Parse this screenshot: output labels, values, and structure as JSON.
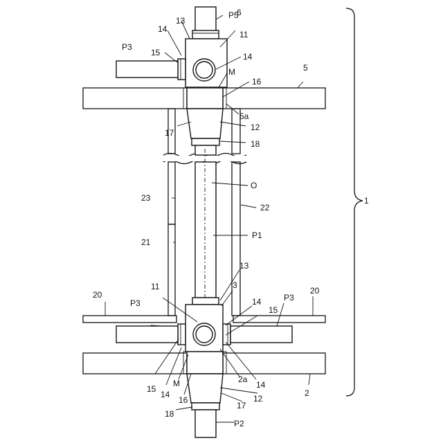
{
  "labels": {
    "p5": "P5",
    "six": "6",
    "thirteen_top": "13",
    "eleven_top": "11",
    "fourteen_tl": "14",
    "fourteen_tr": "14",
    "p3_top": "P3",
    "fifteen_top": "15",
    "m_top": "M",
    "five": "5",
    "sixteen_top": "16",
    "five_a": "5a",
    "seventeen_top": "17",
    "twelve_top": "12",
    "eighteen_top": "18",
    "o": "O",
    "twentythree": "23",
    "twentytwo": "22",
    "one": "1",
    "twentyone": "21",
    "p1": "P1",
    "thirteen_bot": "13",
    "three": "3",
    "eleven_bot": "11",
    "twenty_l": "20",
    "twenty_r": "20",
    "p3_bl": "P3",
    "p3_br": "P3",
    "fourteen_br_top": "14",
    "fifteen_br": "15",
    "fifteen_bl": "15",
    "m_bot": "M",
    "fourteen_bl": "14",
    "two_a": "2a",
    "fourteen_br": "14",
    "two": "2",
    "sixteen_bot": "16",
    "seventeen_bot": "17",
    "twelve_bot": "12",
    "eighteen_bot": "18",
    "p2": "P2"
  }
}
